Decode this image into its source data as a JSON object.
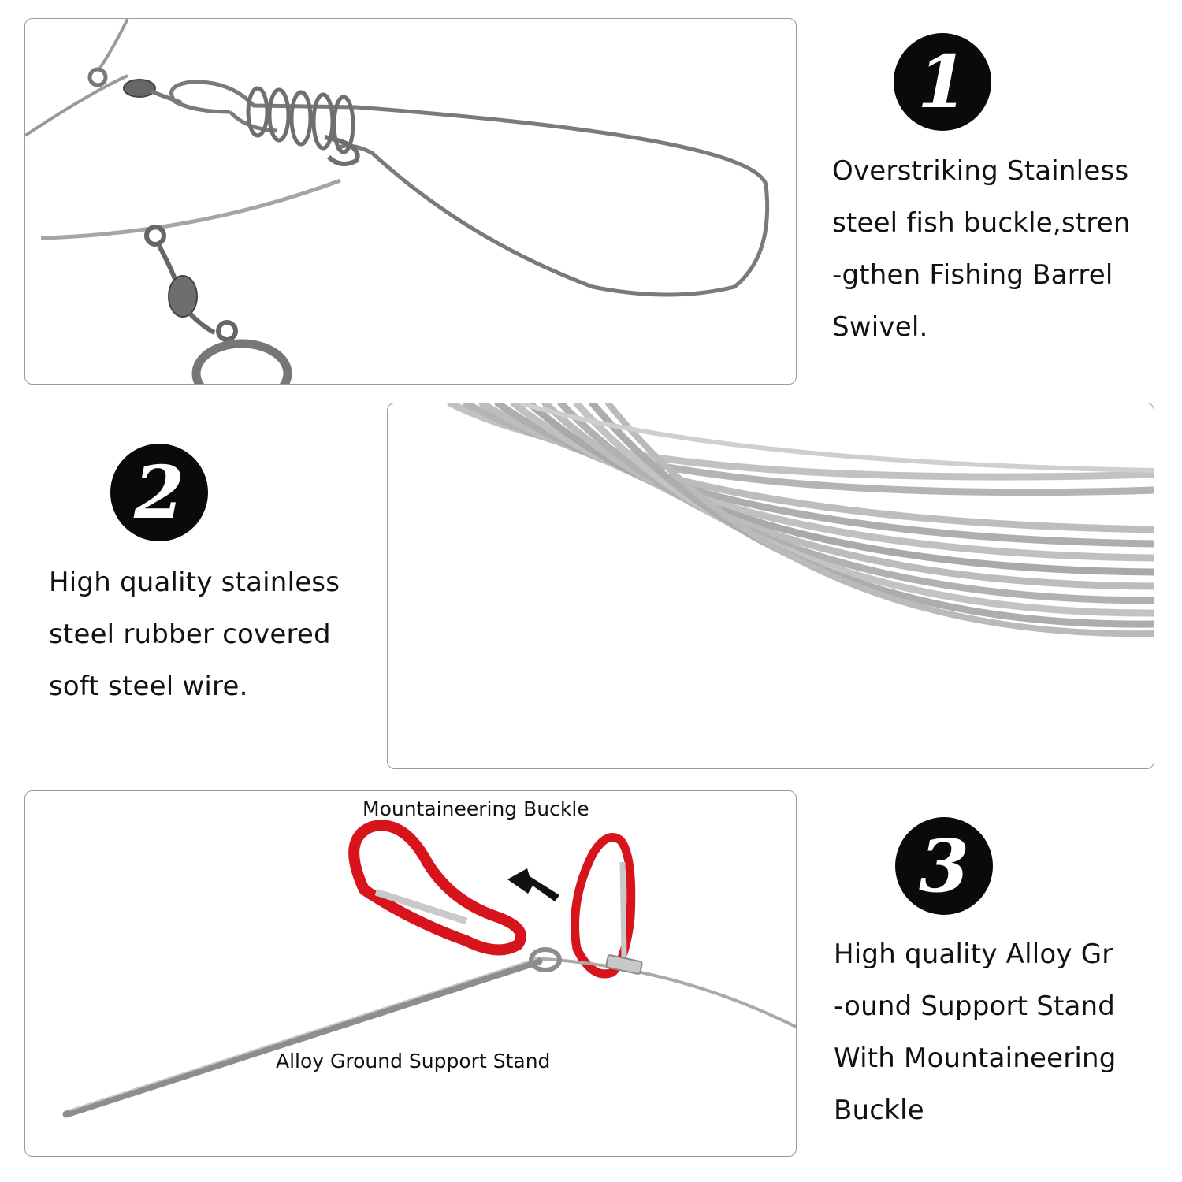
{
  "sections": [
    {
      "number": "1",
      "lines": [
        "Overstriking Stainless",
        "steel fish buckle,stren",
        "-gthen Fishing Barrel",
        "Swivel."
      ]
    },
    {
      "number": "2",
      "lines": [
        "High quality stainless",
        "steel rubber covered",
        "soft steel wire."
      ]
    },
    {
      "number": "3",
      "lines": [
        "High quality Alloy Gr",
        "-ound Support Stand",
        "With Mountaineering",
        "Buckle"
      ],
      "captions": {
        "buckle": "Mountaineering Buckle",
        "stand": "Alloy Ground Support Stand"
      }
    }
  ],
  "colors": {
    "carabiner": "#d7141c",
    "steel": "#8a8a8a",
    "wire": "#b9b9b9",
    "badge": "#0a0a0a"
  }
}
